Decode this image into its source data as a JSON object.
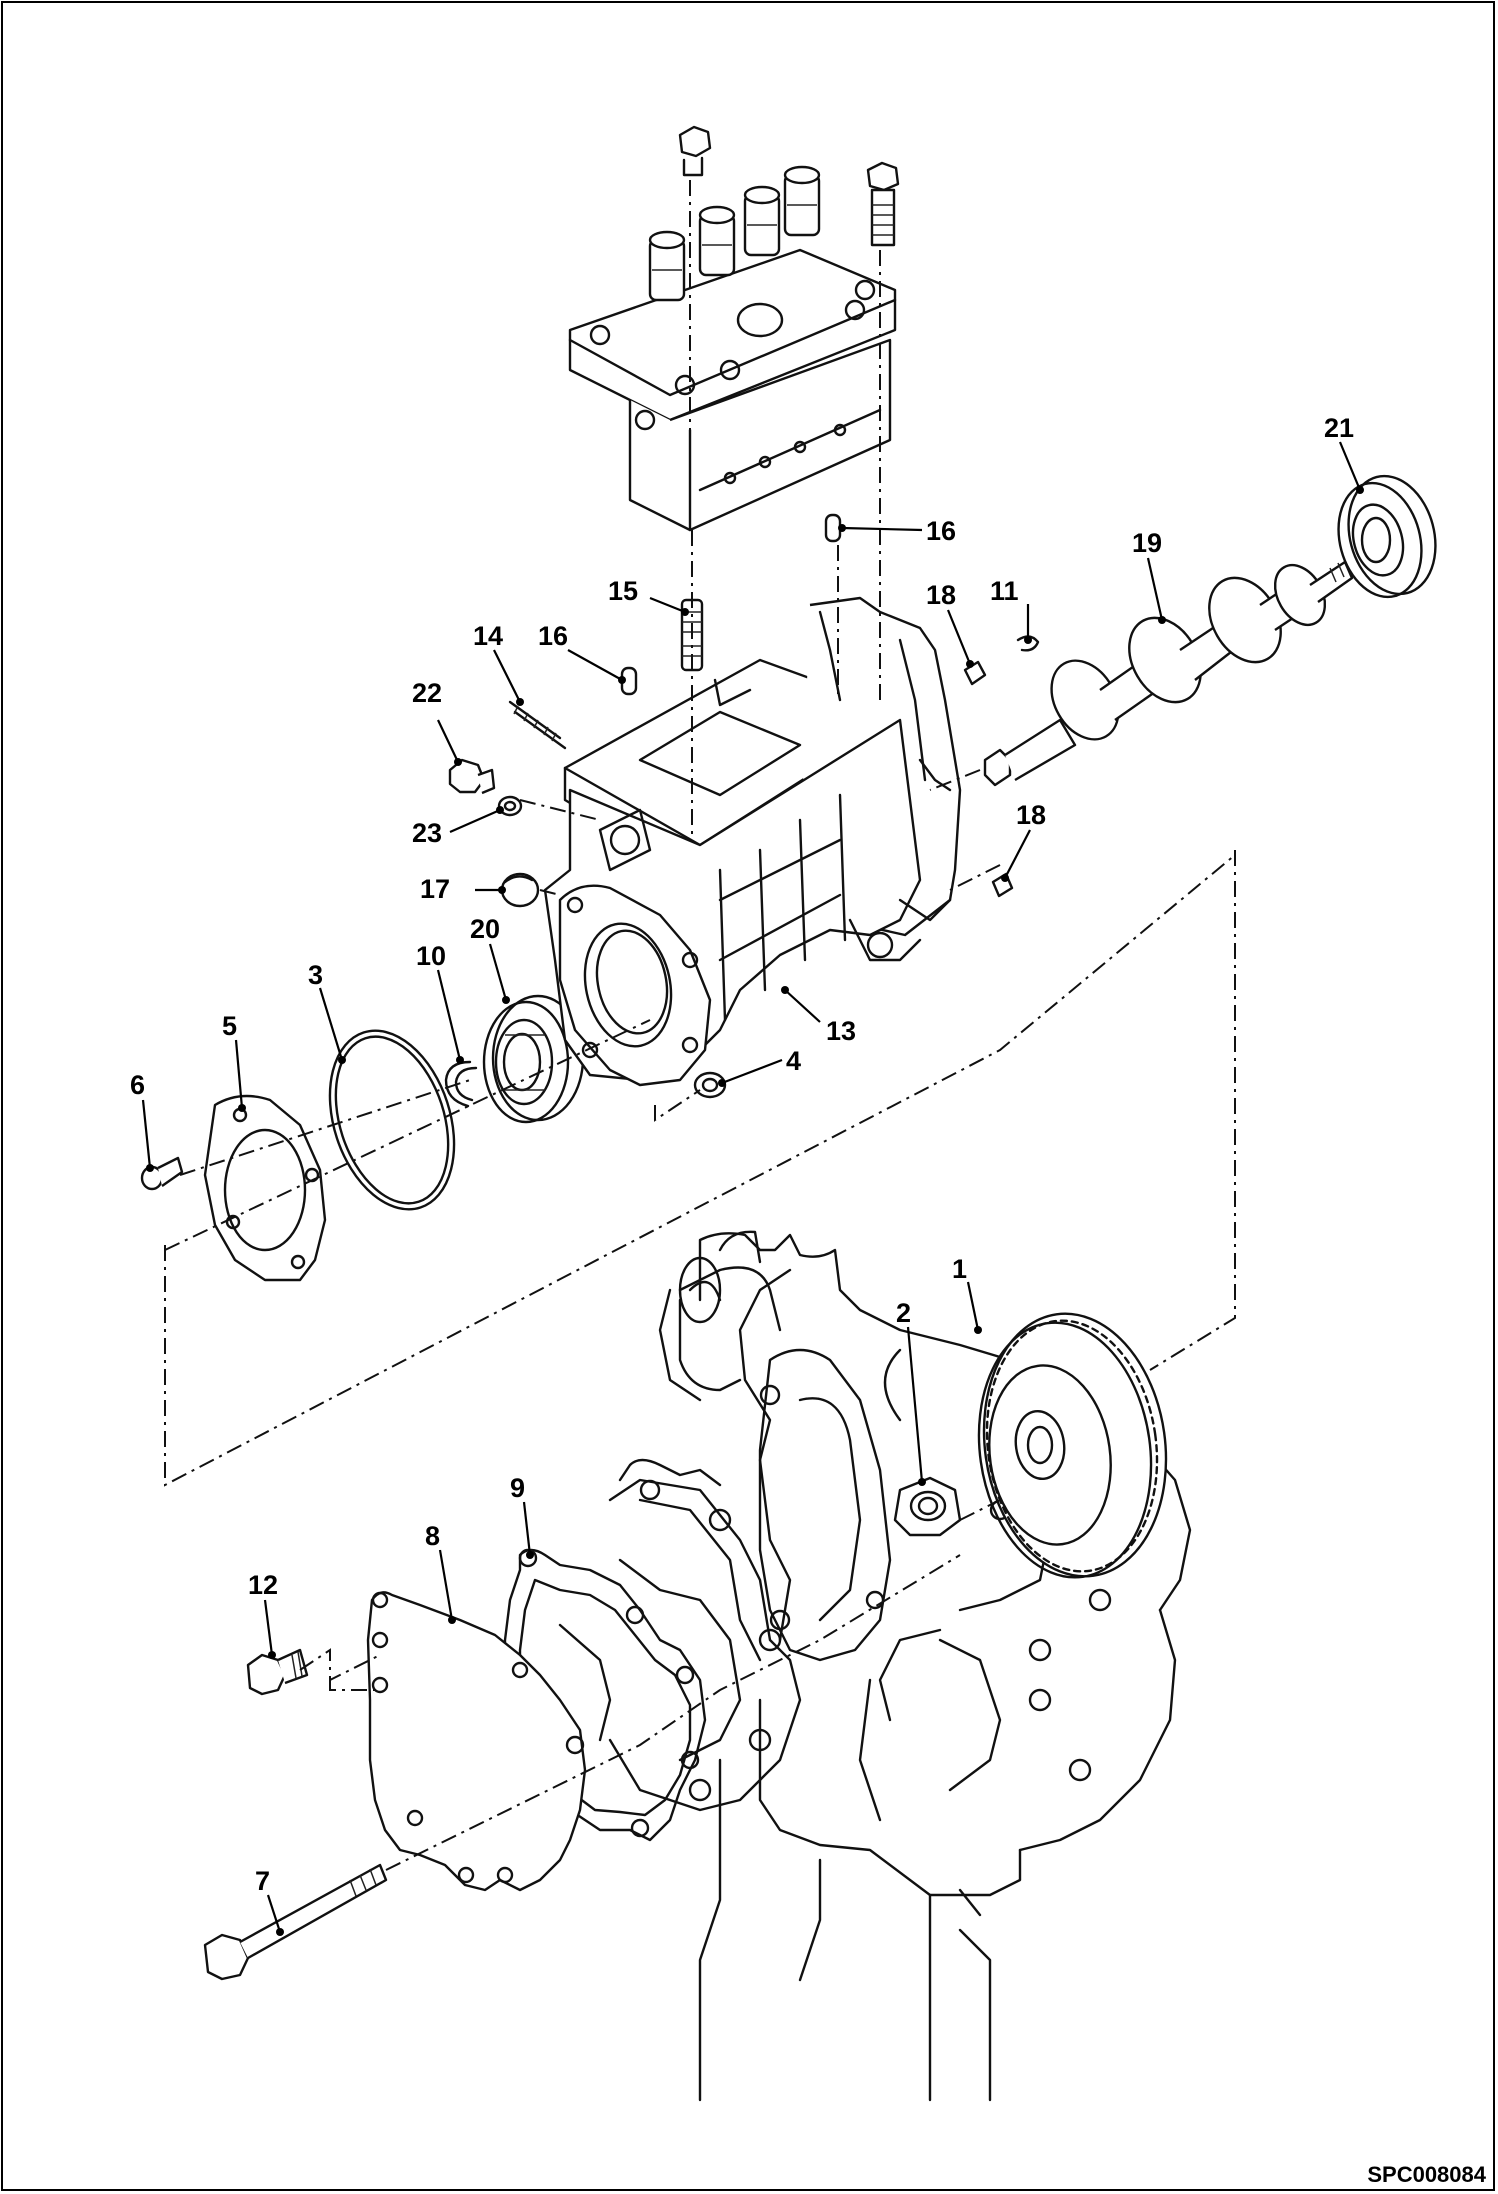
{
  "diagram": {
    "reference_code": "SPC008084",
    "callouts": {
      "c1": "1",
      "c2": "2",
      "c3": "3",
      "c4": "4",
      "c5": "5",
      "c6": "6",
      "c7": "7",
      "c8": "8",
      "c9": "9",
      "c10": "10",
      "c11": "11",
      "c12": "12",
      "c13": "13",
      "c14": "14",
      "c15": "15",
      "c16a": "16",
      "c16b": "16",
      "c17": "17",
      "c18a": "18",
      "c18b": "18",
      "c19": "19",
      "c20": "20",
      "c21": "21",
      "c22": "22",
      "c23": "23"
    }
  }
}
